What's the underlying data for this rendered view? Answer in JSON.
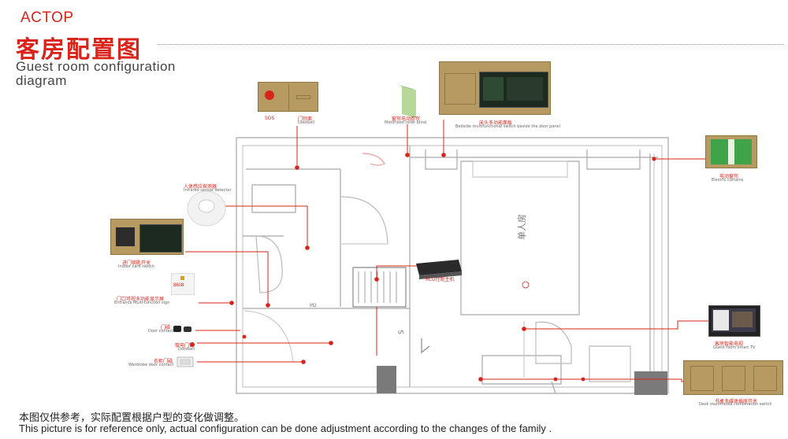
{
  "header": {
    "brand": "ACTOP",
    "title_zh": "客房配置图",
    "title_en_line1": "Guest room configuration",
    "title_en_line2": "diagram"
  },
  "footer": {
    "note_zh": "本图仅供参考，实际配置根据户型的变化做调整。",
    "note_en": "This picture is for reference only, actual configuration can be done adjustment according to the changes of the family ."
  },
  "devices": {
    "sos_label": "SOS",
    "doorbell_zh": "门铃面",
    "doorbell_en": "Doorbell",
    "curtain_motor_zh": "窗帘电动卷帘",
    "curtain_motor_en": "Motorized roller blind",
    "bedside_zh": "床头多功能面板",
    "bedside_en": "Bedside multifunctional switch beside the door panel",
    "electric_curtain_zh": "电动窗帘",
    "electric_curtain_en": "Electric curtains",
    "sensor_zh": "人体感应探测器",
    "sensor_en": "Infrared sensor detector",
    "indoor_switch_zh": "进门钥匙开关",
    "indoor_switch_en": "Indoor card switch",
    "entrance_zh": "门口可视多功能显示屏",
    "entrance_en": "Entrance Multi-function sign",
    "entrance_number": "8608",
    "door_contact_zh": "门磁",
    "door_contact_en": "Door contact",
    "doorbell2_zh": "取电门铃",
    "doorbell2_en": "Doorbell",
    "wardrobe_zh": "衣柜门磁",
    "wardrobe_en": "Wardrobe door contact",
    "rcu_zh": "RCU控制主机",
    "tv_zh": "客房智能电视",
    "tv_en": "Guest room smart TV",
    "desk_zh": "书桌多媒体插座开关",
    "desk_en": "Desk multimedia combination switch"
  },
  "plan": {
    "room_label": "单人房",
    "door_label": "M2",
    "s_label": "S"
  },
  "colors": {
    "accent": "#d9241b",
    "panel": "#b79a62",
    "screen": "#1c2a1f",
    "wall": "#9a9a9a"
  }
}
